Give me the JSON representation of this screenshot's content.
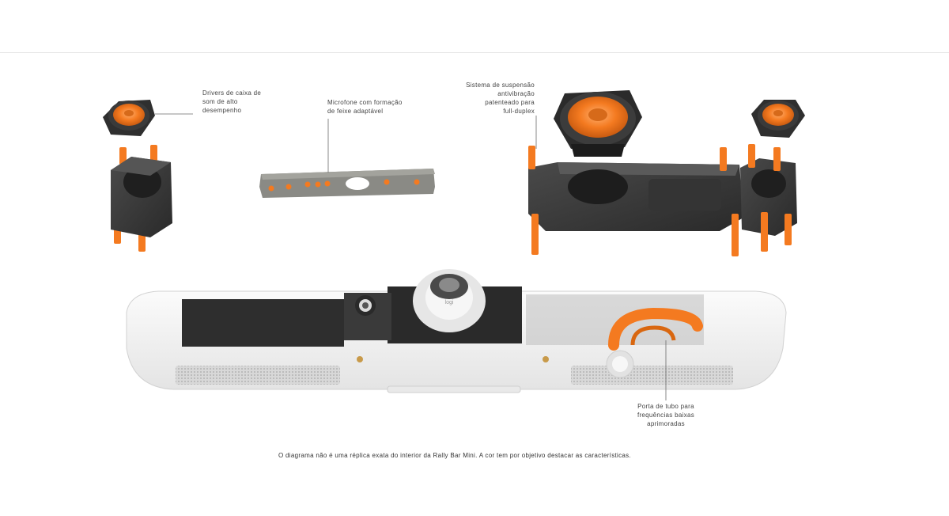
{
  "callouts": {
    "drivers": {
      "line1": "Drivers de caixa de",
      "line2": "som de alto",
      "line3": "desempenho"
    },
    "microphone": {
      "line1": "Microfone com formação",
      "line2": "de feixe adaptável"
    },
    "suspension": {
      "line1": "Sistema de suspensão",
      "line2": "antivibração",
      "line3": "patenteado para",
      "line4": "full-duplex"
    },
    "port": {
      "line1": "Porta de tubo para",
      "line2": "frequências baixas",
      "line3": "aprimoradas"
    }
  },
  "logo_text": "logi",
  "caption": "O diagrama não é uma réplica exata do interior da Rally Bar Mini. A cor tem por objetivo destacar as características.",
  "colors": {
    "accent_orange": "#F47A20",
    "housing_dark": "#3b3b3b",
    "bar_white": "#f2f2f2",
    "pcb_gray": "#8a8a85"
  }
}
